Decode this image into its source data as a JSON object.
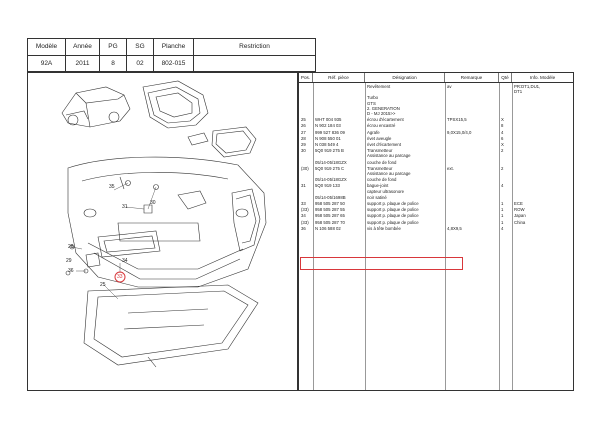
{
  "header": {
    "columns": [
      {
        "label": "Modèle",
        "value": "92A"
      },
      {
        "label": "Année",
        "value": "2011"
      },
      {
        "label": "PG",
        "value": "8"
      },
      {
        "label": "SG",
        "value": "02"
      },
      {
        "label": "Planche",
        "value": "802-015"
      },
      {
        "label": "Restriction",
        "value": ""
      }
    ]
  },
  "parts_table": {
    "headers": [
      "Pos.",
      "Réf. pièce",
      "Désignation",
      "Remarque",
      "Qté",
      "Info. Modèle"
    ],
    "rows": [
      {
        "pos": "",
        "ref": "",
        "des": "Revêtement",
        "rem": "av",
        "qte": "",
        "info": "PR:DT1,DU1,\nDT1"
      },
      {
        "pos": "",
        "ref": "",
        "des": "Turbo\nGTS\n2. GENERATION\nD -      MJ 2015>>",
        "rem": "",
        "qte": "",
        "info": ""
      },
      {
        "pos": "25",
        "ref": "WHT 004 935",
        "des": "écrou d'écartement",
        "rem": "TPSX15,5",
        "qte": "X",
        "info": ""
      },
      {
        "pos": "26",
        "ref": "N   902 184 03",
        "des": "écrou encastré",
        "rem": "",
        "qte": "8",
        "info": ""
      },
      {
        "pos": "27",
        "ref": "999 527 836 09",
        "des": "Agrafe",
        "rem": "9,0X15,0/4,0",
        "qte": "4",
        "info": ""
      },
      {
        "pos": "28",
        "ref": "N   908 550 01",
        "des": "rivet aveugle",
        "rem": "",
        "qte": "6",
        "info": ""
      },
      {
        "pos": "29",
        "ref": "N   038 549 4",
        "des": "rivet d'écartement",
        "rem": "",
        "qte": "X",
        "info": ""
      },
      {
        "pos": "30",
        "ref": "5Q0 919 275 B",
        "des": "Transmetteur\nAssistance au parcage",
        "rem": "",
        "qte": "2",
        "info": ""
      },
      {
        "pos": "",
        "ref": "05/14-05/18GZX",
        "des": "couche de fond",
        "rem": "",
        "qte": "",
        "info": ""
      },
      {
        "pos": "(30)",
        "ref": "5Q0 919 275 C",
        "des": "Transmetteur\nAssistance au parcage",
        "rem": "ext.",
        "qte": "2",
        "info": ""
      },
      {
        "pos": "",
        "ref": "05/14-05/18GZX",
        "des": "couche de fond",
        "rem": "",
        "qte": "",
        "info": ""
      },
      {
        "pos": "31",
        "ref": "5Q0 919 133",
        "des": "bague-joint\ncapteur ultrasonore",
        "rem": "",
        "qte": "4",
        "info": ""
      },
      {
        "pos": "",
        "ref": "05/14-05/1698B",
        "des": "noir satiné",
        "rem": "",
        "qte": "",
        "info": ""
      },
      {
        "pos": "33",
        "ref": "958 505 287 50",
        "des": "support p. plaque de police",
        "rem": "",
        "qte": "1",
        "info": "ECE"
      },
      {
        "pos": "(33)",
        "ref": "958 505 287 55",
        "des": "support p. plaque de police",
        "rem": "",
        "qte": "1",
        "info": "ROW"
      },
      {
        "pos": "34",
        "ref": "958 505 287 65",
        "des": "support p. plaque de police",
        "rem": "",
        "qte": "1",
        "info": "Japan"
      },
      {
        "pos": "(33)",
        "ref": "958 505 287 70",
        "des": "support p. plaque de police",
        "rem": "",
        "qte": "1",
        "info": "China"
      },
      {
        "pos": "36",
        "ref": "N   106 588 02",
        "des": "vis à tête bombée",
        "rem": "4,8X9,5",
        "qte": "4",
        "info": ""
      }
    ]
  },
  "drawing": {
    "callouts": [
      "35",
      "31",
      "33",
      "30",
      "34",
      "28",
      "29",
      "36",
      "25"
    ]
  },
  "colors": {
    "highlight": "#d8373b",
    "border": "#333333"
  }
}
